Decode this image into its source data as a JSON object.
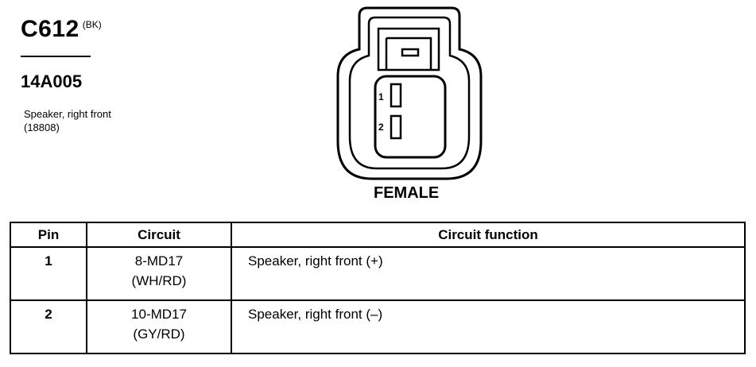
{
  "connector": {
    "code": "C612",
    "color": "(BK)",
    "part_number": "14A005",
    "description_line1": "Speaker, right front",
    "description_line2": "(18808)",
    "gender": "FEMALE",
    "pin_labels": [
      "1",
      "2"
    ]
  },
  "table": {
    "headers": [
      "Pin",
      "Circuit",
      "Circuit function"
    ],
    "rows": [
      {
        "pin": "1",
        "circuit": "8-MD17",
        "wire": "(WH/RD)",
        "function": "Speaker, right front  (+)"
      },
      {
        "pin": "2",
        "circuit": "10-MD17",
        "wire": "(GY/RD)",
        "function": "Speaker, right front  (–)"
      }
    ]
  }
}
